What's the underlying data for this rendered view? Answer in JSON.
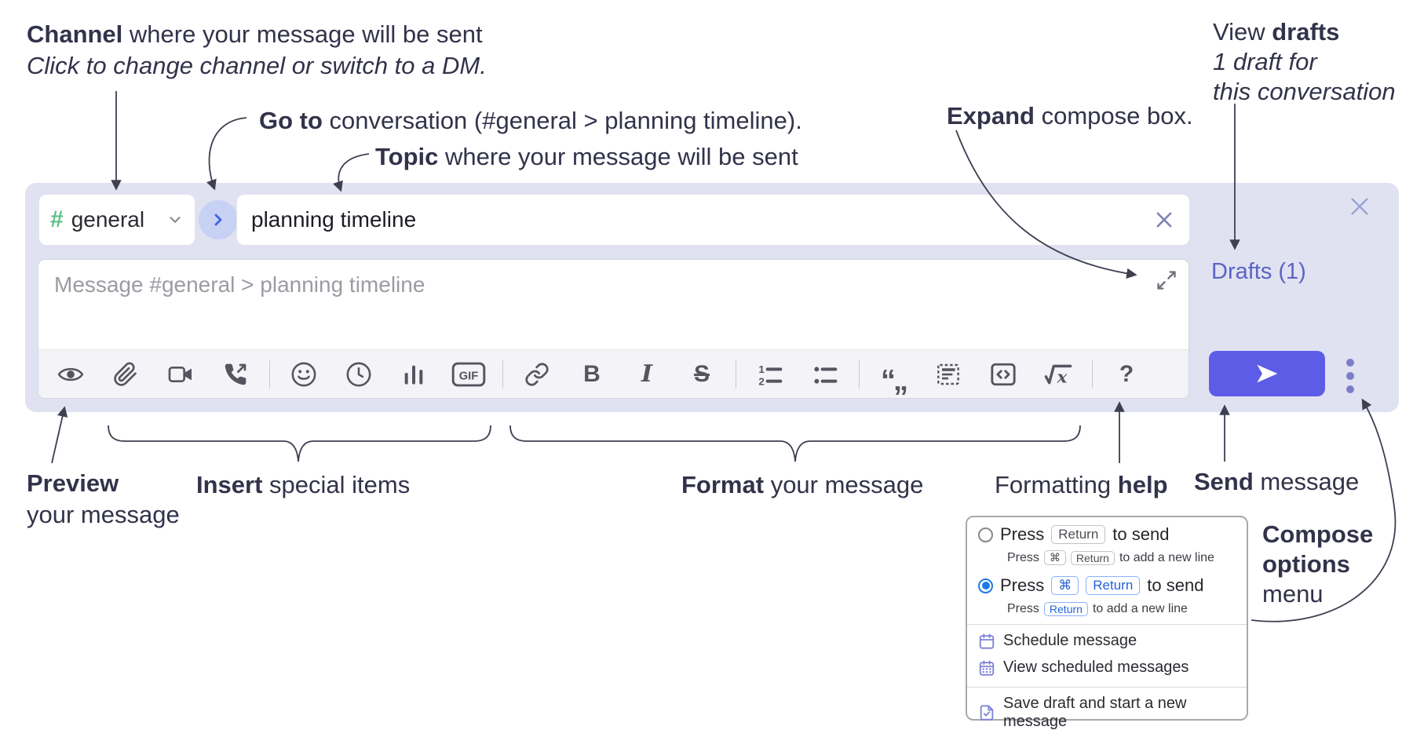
{
  "annotations": {
    "channel": {
      "bold": "Channel",
      "rest": " where your message will be sent",
      "line2": "Click to change channel or switch to a DM."
    },
    "goto": {
      "bold": "Go to",
      "rest": " conversation (#general > planning timeline)."
    },
    "topic": {
      "bold": "Topic",
      "rest": " where your message will be sent"
    },
    "expand": {
      "bold": "Expand",
      "rest": " compose box."
    },
    "view_drafts": {
      "pre": "View ",
      "bold": "drafts",
      "line2": "1 draft for",
      "line3": "this conversation"
    },
    "preview": {
      "bold": "Preview",
      "line2": "your message"
    },
    "insert": {
      "bold": "Insert",
      "rest": " special items"
    },
    "format": {
      "bold": "Format",
      "rest": " your message"
    },
    "formatting_help": {
      "pre": "Formatting ",
      "bold": "help"
    },
    "send": {
      "bold": "Send",
      "rest": " message"
    },
    "compose_options": {
      "line1": "Compose",
      "line2": "options",
      "line3": "menu"
    }
  },
  "compose": {
    "channel": {
      "hash": "#",
      "label": "general",
      "hash_color": "#5fbf8a"
    },
    "topic_value": "planning timeline",
    "message_placeholder": "Message #general > planning timeline",
    "drafts_link": "Drafts (1)",
    "accent_color": "#5c5ce6",
    "toolbar": {
      "gif_label": "GIF",
      "bold_label": "B",
      "italic_label": "I",
      "strike_label": "S",
      "quote_glyph": "“„",
      "math_x": "x",
      "help_label": "?"
    }
  },
  "popup": {
    "option1": {
      "press": "Press",
      "kbd1": "Return",
      "rest": "to send",
      "sub_press": "Press",
      "sub_kbd1": "⌘",
      "sub_kbd2": "Return",
      "sub_rest": "to add a new line"
    },
    "option2": {
      "press": "Press",
      "kbd1": "⌘",
      "kbd2": "Return",
      "rest": "to send",
      "sub_press": "Press",
      "sub_kbd1": "Return",
      "sub_rest": "to add a new line"
    },
    "schedule_label": "Schedule message",
    "view_scheduled_label": "View scheduled messages",
    "save_draft_label": "Save draft and start a new message"
  }
}
